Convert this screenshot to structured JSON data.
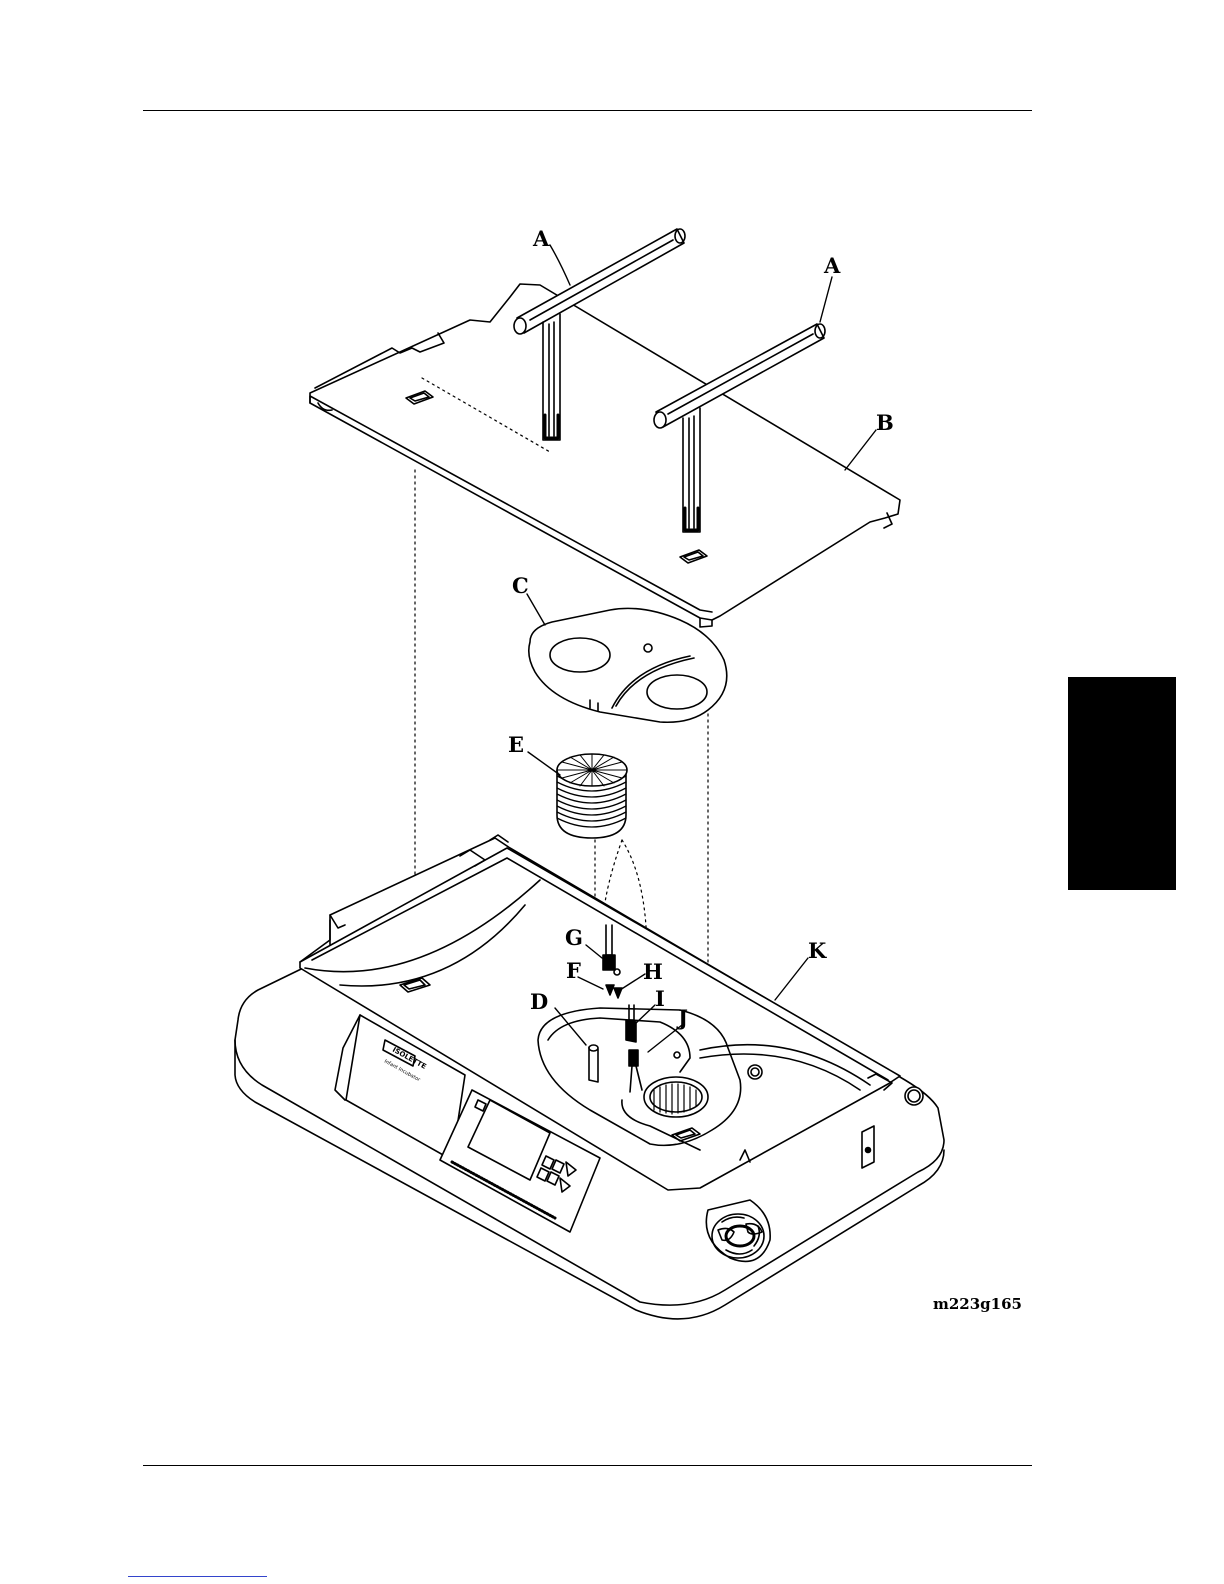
{
  "labels": {
    "a1": "A",
    "a2": "A",
    "b": "B",
    "c": "C",
    "d": "D",
    "e": "E",
    "f": "F",
    "g": "G",
    "h": "H",
    "i": "I",
    "j": "J",
    "k": "K"
  },
  "figure_id": "m223g165",
  "device_brand": "ISOLETTE",
  "device_sub": "Infant Incubator",
  "colors": {
    "ink": "#000000",
    "tab": "#000000",
    "paper": "#ffffff"
  }
}
